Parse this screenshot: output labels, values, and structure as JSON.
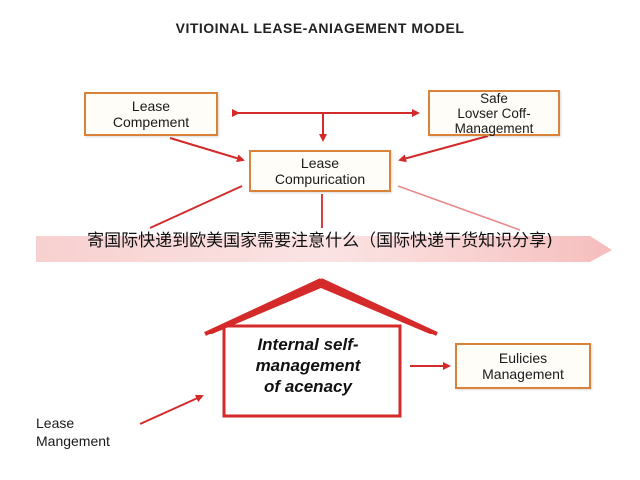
{
  "title": "VITIOINAL LEASE-ANIAGEMENT MODEL",
  "boxes": {
    "lease_compement": "Lease\nCompement",
    "safe": "Safe\nLovser Coff-\nManagement",
    "center": "Lease\nCompurication",
    "eulicies": "Eulicies\nManagement"
  },
  "house": {
    "label": "Internal self-\nmanagement\nof acenacy"
  },
  "bottom_left_label": "Lease\nMangement",
  "overlay_caption": "寄国际快递到欧美国家需要注意什么（国际快递干货知识分享)",
  "colors": {
    "arrow": "#d42a2a",
    "box_border": "#d9823a",
    "house": "#d42a2a"
  }
}
